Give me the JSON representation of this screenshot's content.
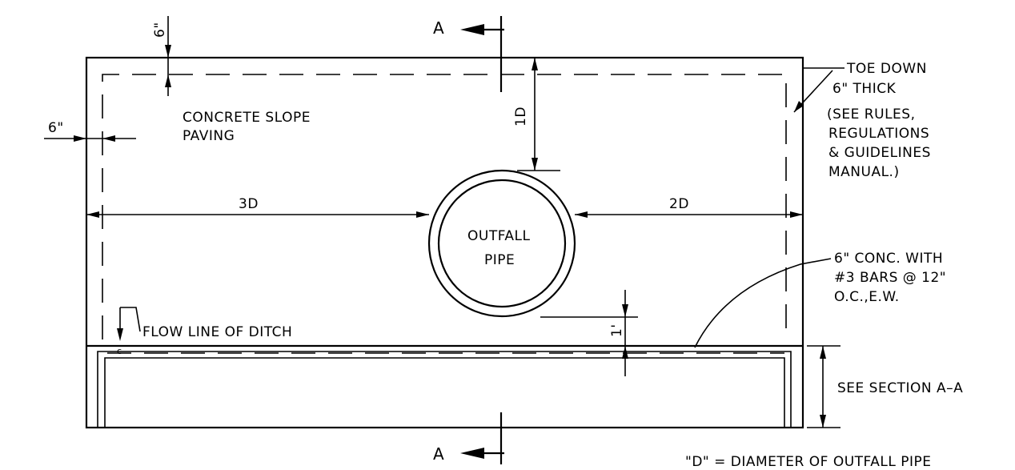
{
  "labels": {
    "section_top": "A",
    "section_bottom": "A",
    "dim_6_top": "6\"",
    "dim_6_left": "6\"",
    "concrete": "CONCRETE SLOPE",
    "paving": "PAVING",
    "dim_1d": "1D",
    "dim_3d": "3D",
    "dim_2d": "2D",
    "outfall": "OUTFALL",
    "pipe": "PIPE",
    "toe_down": "TOE DOWN",
    "thick": "6\" THICK",
    "see_rules_1": "(SEE RULES,",
    "see_rules_2": "REGULATIONS",
    "see_rules_3": "& GUIDELINES",
    "see_rules_4": "MANUAL.)",
    "conc_1": "6\" CONC. WITH",
    "conc_2": "#3 BARS @ 12\"",
    "conc_3": "O.C.,E.W.",
    "dim_1ft": "1'",
    "flow_line": "FLOW LINE OF DITCH",
    "see_section": "SEE SECTION A–A",
    "d_def": "\"D\" = DIAMETER OF OUTFALL PIPE"
  }
}
